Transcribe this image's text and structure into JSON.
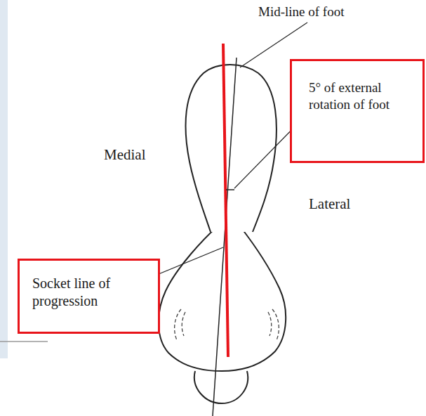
{
  "diagram": {
    "nodes": [
      {
        "text": [
          "5° of external rotation of foot"
        ]
      },
      {
        "text": [
          "Socket line of progression"
        ]
      }
    ],
    "labels": [
      "Mid-line of foot",
      "Medial",
      "Lateral"
    ]
  }
}
